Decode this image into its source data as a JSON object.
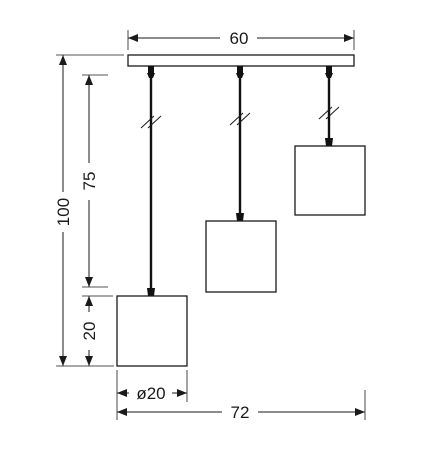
{
  "dimensions": {
    "canopy_width": "60",
    "total_width": "72",
    "shade_diameter": "ø20",
    "total_height": "100",
    "cord_length": "75",
    "shade_height": "20"
  }
}
